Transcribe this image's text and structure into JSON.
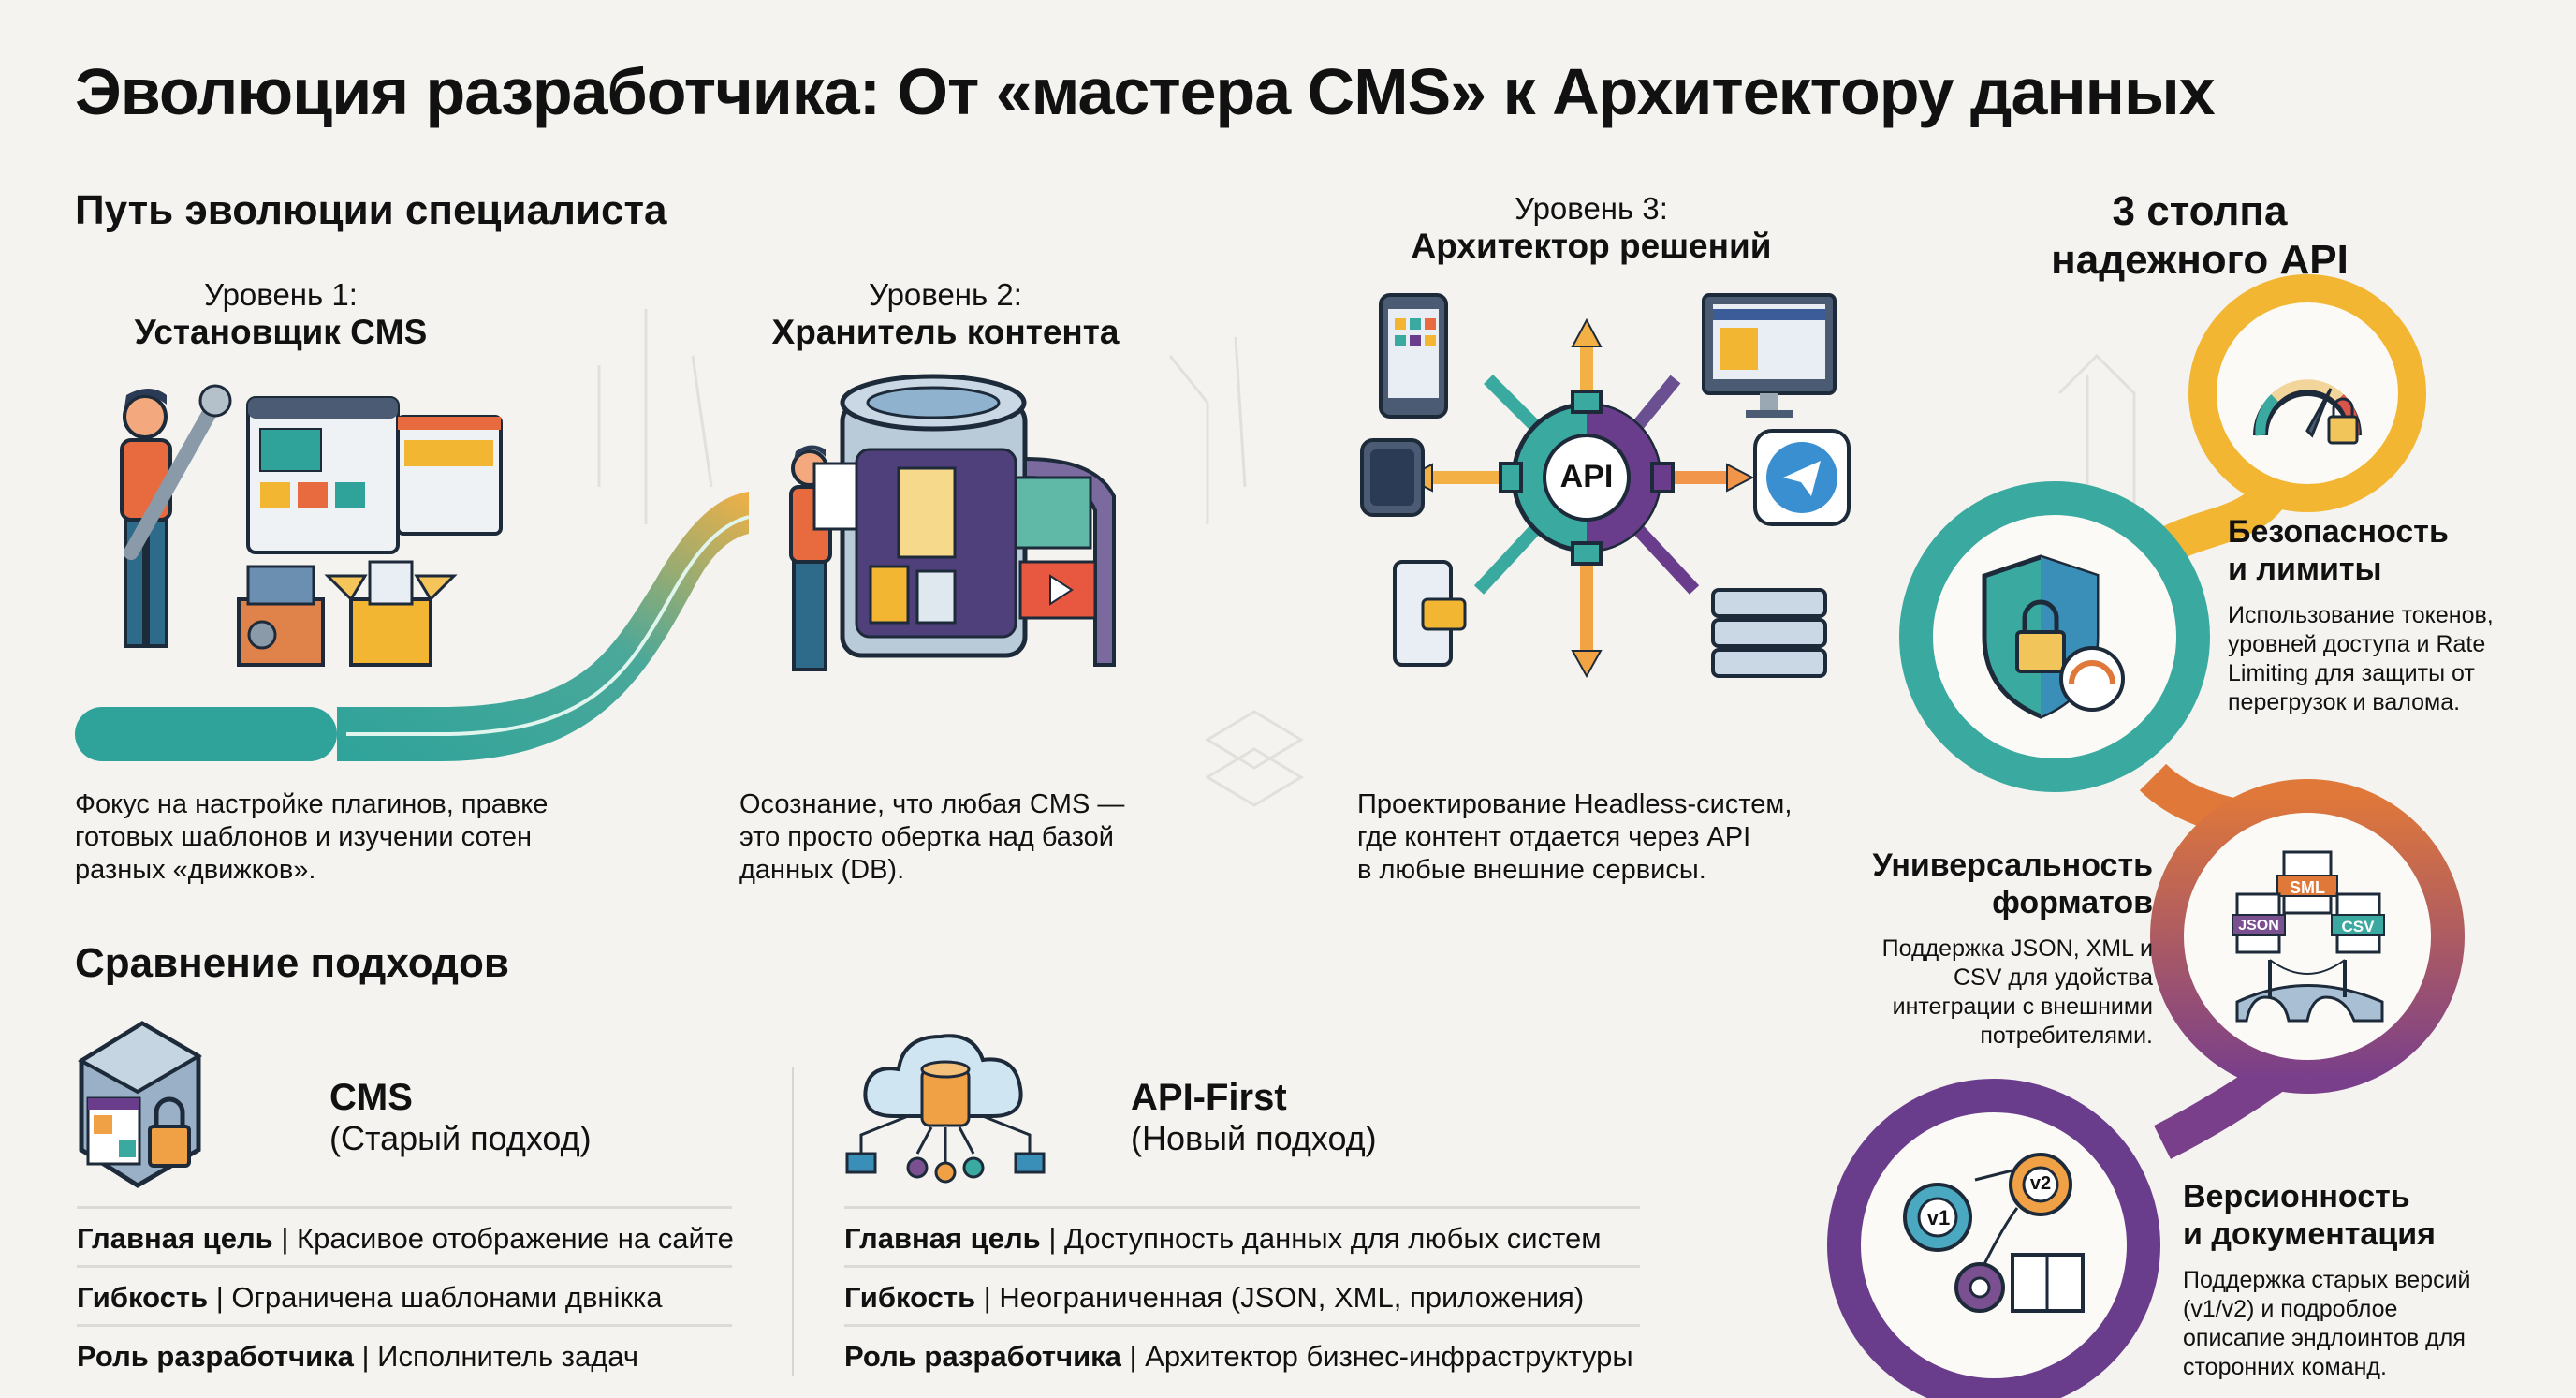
{
  "title": "Эволюция разработчика: От «мастера CMS» к Архитектору данных",
  "path_section": {
    "heading": "Путь эволюции специалиста",
    "levels": [
      {
        "number": "Уровень 1:",
        "name": "Установщик CMS",
        "description": [
          "Фокус на настройке плагинов, правке",
          "готовых шаблонов и изучении сотен",
          "разных «движков»."
        ]
      },
      {
        "number": "Уровень 2:",
        "name": "Хранитель контента",
        "description": [
          "Осознание, что любая CMS —",
          "это просто обертка над базой",
          "данных (DB)."
        ]
      },
      {
        "number": "Уровень 3:",
        "name": "Архитектор решений",
        "description": [
          "Проектирование Headless-систем,",
          "где контент отдается через API",
          "в любые внешние сервисы."
        ]
      }
    ],
    "api_hub_label": "API"
  },
  "pillars_section": {
    "heading_line1": "3 столпа",
    "heading_line2": "надежного API",
    "pillars": [
      {
        "title": [
          "Безопасность",
          "и лимиты"
        ],
        "text": [
          "Использование токенов,",
          "уровней доступа и Rate",
          "Limiting для защиты от",
          "перегрузок и валома."
        ],
        "color": "#f0b429"
      },
      {
        "title": [
          "Универсальность",
          "форматов"
        ],
        "text": [
          "Поддержка JSON, XML и",
          "CSV для удойства",
          "интеграции с внешними",
          "потребителями."
        ],
        "color": "#e07b3c",
        "badges": [
          "SML",
          "JSON",
          "CSV"
        ]
      },
      {
        "title": [
          "Версионность",
          "и документация"
        ],
        "text": [
          "Поддержка старых версий",
          "(v1/v2) и подроблое",
          "описапие эндлоинтов для",
          "сторонних команд."
        ],
        "color": "#6b3f8f",
        "badges": [
          "v1",
          "v2"
        ]
      }
    ],
    "ring_colors": {
      "teal": "#3aa9a0",
      "yellow": "#f2b632",
      "orange": "#e0783a",
      "purple": "#6a3d8c"
    }
  },
  "comparison": {
    "heading": "Сравнение подходов",
    "cms": {
      "name": "CMS",
      "subtitle": "(Старый подход)",
      "rows": [
        {
          "label": "Главная цель",
          "value": "Красивое отображение на сайте"
        },
        {
          "label": "Гибкость",
          "value": "Ограничена шаблонами двнікка"
        },
        {
          "label": "Роль разработчика",
          "value": "Исполнитель задач"
        }
      ]
    },
    "api_first": {
      "name": "API-First",
      "subtitle": "(Новый подход)",
      "rows": [
        {
          "label": "Главная цель",
          "value": "Доступность данных для любых систем"
        },
        {
          "label": "Гибкость",
          "value": "Неограниченная (JSON, XML, приложения)"
        },
        {
          "label": "Роль разработчика",
          "value": "Архитектор бизнес-инфраструктуры"
        }
      ]
    }
  }
}
